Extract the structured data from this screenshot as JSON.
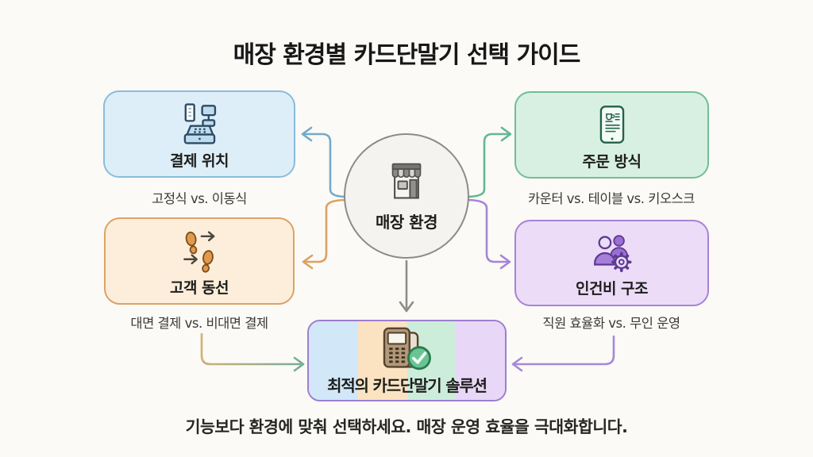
{
  "title": "매장 환경별 카드단말기 선택 가이드",
  "center_node": {
    "label": "매장 환경",
    "icon": "storefront-icon",
    "fill": "#f4f3ef",
    "border": "#8b8b88"
  },
  "factors": [
    {
      "key": "payment-location",
      "label": "결제 위치",
      "caption": "고정식 vs. 이동식",
      "icon": "cash-register-icon",
      "fill": "#ddeef9",
      "border": "#87bed9"
    },
    {
      "key": "order-method",
      "label": "주문 방식",
      "caption": "카운터 vs. 테이블 vs. 키오스크",
      "icon": "tablet-menu-icon",
      "fill": "#d8f0e2",
      "border": "#72bd96"
    },
    {
      "key": "customer-flow",
      "label": "고객 동선",
      "caption": "대면 결제 vs. 비대면 결제",
      "icon": "footsteps-icon",
      "fill": "#fdeedb",
      "border": "#dca266"
    },
    {
      "key": "labor-cost",
      "label": "인건비 구조",
      "caption": "직원 효율화 vs. 무인 운영",
      "icon": "people-gear-icon",
      "fill": "#ecdcf8",
      "border": "#a783d5"
    }
  ],
  "solution": {
    "label": "최적의 카드단말기 솔루션",
    "icon": "card-terminal-check-icon",
    "stripes": [
      "#d2e7f8",
      "#fbe3c2",
      "#cdeddb",
      "#e9d7f7"
    ],
    "border": "#9c7ed1"
  },
  "connections": [
    {
      "from": "store-environment",
      "to": "payment-location",
      "color": "#74aac9"
    },
    {
      "from": "store-environment",
      "to": "order-method",
      "color": "#62b795"
    },
    {
      "from": "store-environment",
      "to": "customer-flow",
      "color": "#d9a263"
    },
    {
      "from": "store-environment",
      "to": "labor-cost",
      "color": "#a585d8"
    },
    {
      "from": "store-environment",
      "to": "solution",
      "color": "#8d8d8a"
    },
    {
      "from": "customer-flow",
      "to": "solution",
      "color_start": "#d8ae72",
      "color_end": "#74ad97"
    },
    {
      "from": "labor-cost",
      "to": "solution",
      "color": "#a688d8"
    }
  ],
  "footer": "기능보다 환경에 맞춰 선택하세요. 매장 운영 효율을 극대화합니다."
}
